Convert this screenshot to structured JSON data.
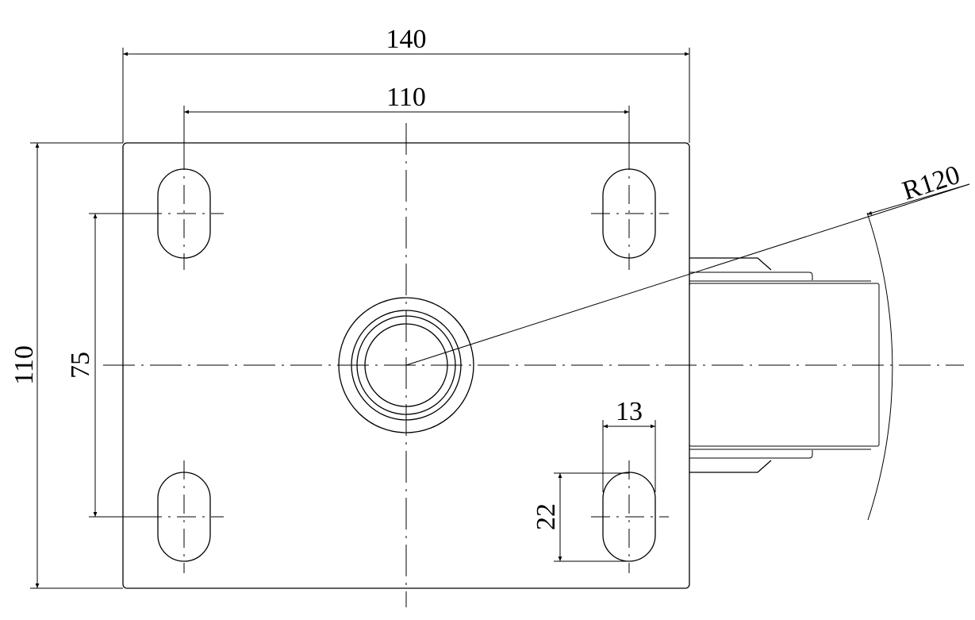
{
  "title": "Caster top plate drawing",
  "dimensions": {
    "plate_width": "140",
    "hole_spacing_x": "110",
    "plate_height": "110",
    "hole_spacing_y": "75",
    "slot_width": "13",
    "slot_length": "22",
    "swivel_radius": "R120"
  },
  "colors": {
    "line": "#000000",
    "background": "#ffffff"
  }
}
